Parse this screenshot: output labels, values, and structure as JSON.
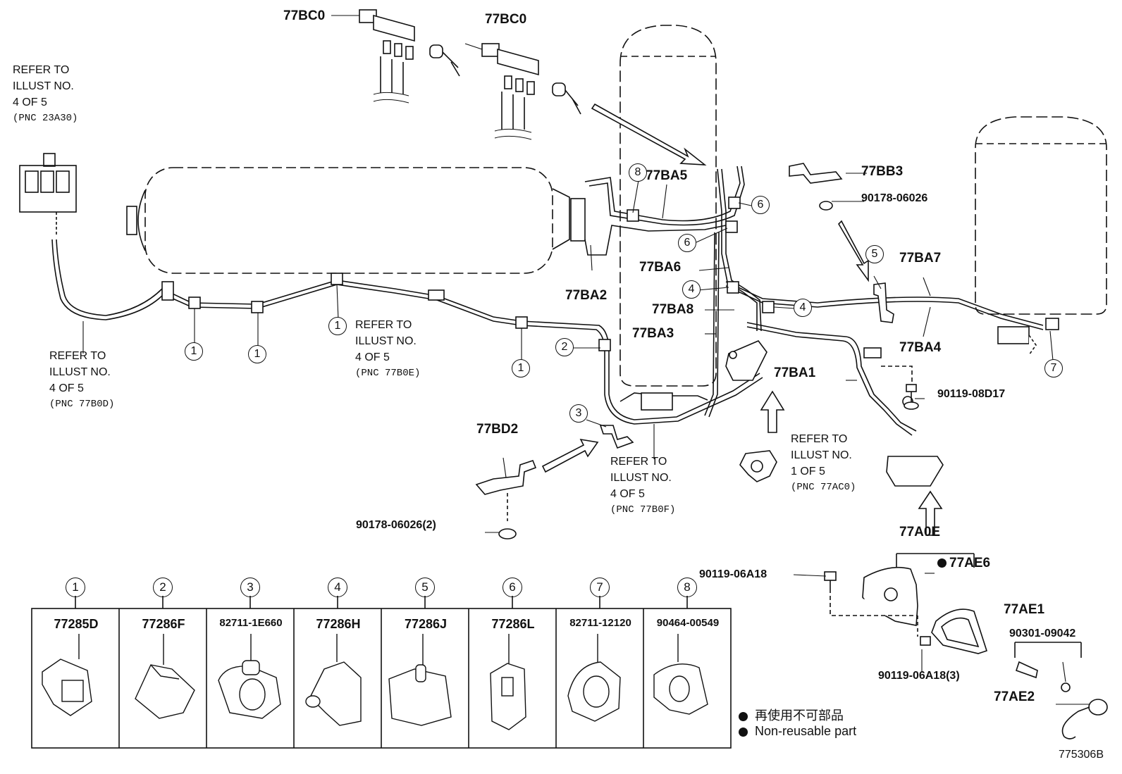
{
  "diagram": {
    "figure_id": "775306B",
    "part_labels": {
      "bc0_a": "77BC0",
      "bc0_b": "77BC0",
      "ba5": "77BA5",
      "ba2": "77BA2",
      "ba6": "77BA6",
      "ba8": "77BA8",
      "ba3": "77BA3",
      "ba1": "77BA1",
      "ba7": "77BA7",
      "ba4": "77BA4",
      "bb3": "77BB3",
      "bb3_nut": "90178-06026",
      "bolt_08d17": "90119-08D17",
      "bd2": "77BD2",
      "bd2_nut": "90178-06026(2)",
      "a0e": "77A0E",
      "ae6": "77AE6",
      "bolt_06a18": "90119-06A18",
      "bolt_06a18_3": "90119-06A18(3)",
      "ae1": "77AE1",
      "oring": "90301-09042",
      "ae2": "77AE2"
    },
    "refer_notes": {
      "r1": {
        "lines": [
          "REFER TO",
          "ILLUST NO.",
          "4 OF 5"
        ],
        "pnc": "(PNC 23A30)"
      },
      "r2": {
        "lines": [
          "REFER TO",
          "ILLUST NO.",
          "4 OF 5"
        ],
        "pnc": "(PNC 77B0D)"
      },
      "r3": {
        "lines": [
          "REFER TO",
          "ILLUST NO.",
          "4 OF 5"
        ],
        "pnc": "(PNC 77B0E)"
      },
      "r4": {
        "lines": [
          "REFER TO",
          "ILLUST NO.",
          "4 OF 5"
        ],
        "pnc": "(PNC 77B0F)"
      },
      "r5": {
        "lines": [
          "REFER TO",
          "ILLUST NO.",
          "1 OF 5"
        ],
        "pnc": "(PNC 77AC0)"
      }
    },
    "callouts": {
      "c1": "1",
      "c2": "2",
      "c3": "3",
      "c4": "4",
      "c5": "5",
      "c6": "6",
      "c7": "7",
      "c8": "8"
    }
  },
  "legend": [
    {
      "num": "1",
      "part": "77285D"
    },
    {
      "num": "2",
      "part": "77286F"
    },
    {
      "num": "3",
      "part": "82711-1E660"
    },
    {
      "num": "4",
      "part": "77286H"
    },
    {
      "num": "5",
      "part": "77286J"
    },
    {
      "num": "6",
      "part": "77286L"
    },
    {
      "num": "7",
      "part": "82711-12120"
    },
    {
      "num": "8",
      "part": "90464-00549"
    }
  ],
  "notes": {
    "non_reusable_jp": "再使用不可部品",
    "non_reusable_en": "Non-reusable part"
  }
}
